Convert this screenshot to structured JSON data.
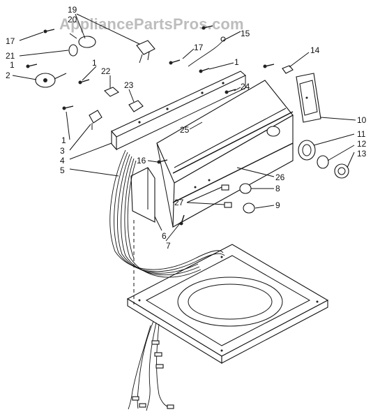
{
  "watermark": "AppliancePartsPros.com",
  "callouts": [
    "19",
    "20",
    "21",
    "17",
    "1",
    "2",
    "22",
    "23",
    "1",
    "3",
    "4",
    "5",
    "15",
    "17",
    "14",
    "1",
    "24",
    "25",
    "10",
    "11",
    "12",
    "13",
    "16",
    "26",
    "8",
    "27",
    "9",
    "6",
    "7"
  ]
}
